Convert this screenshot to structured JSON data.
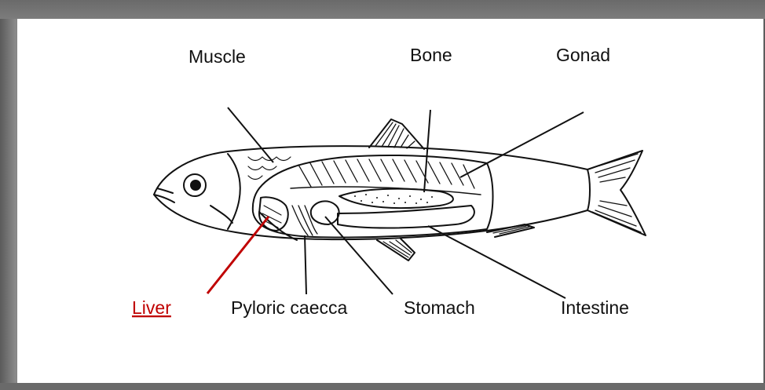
{
  "diagram": {
    "labels": {
      "muscle": "Muscle",
      "bone": "Bone",
      "gonad": "Gonad",
      "liver": "Liver",
      "pyloric_caeca": "Pyloric caecca",
      "stomach": "Stomach",
      "intestine": "Intestine"
    },
    "colors": {
      "highlight": "#c00000",
      "ink": "#111111",
      "background": "#ffffff"
    }
  }
}
